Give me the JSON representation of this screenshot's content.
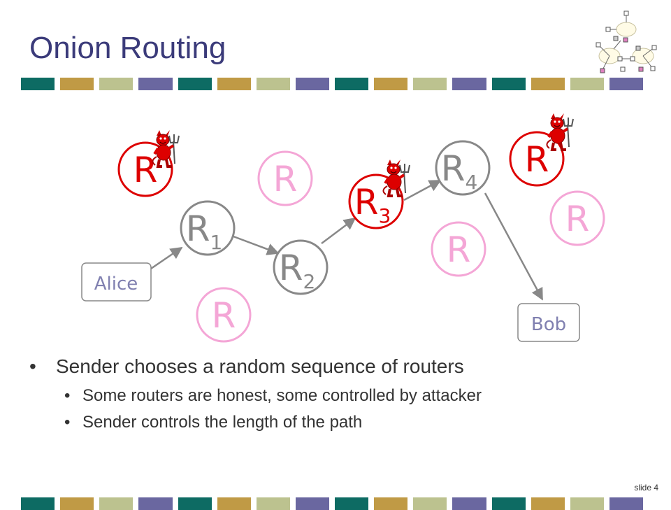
{
  "slide": {
    "title": "Onion Routing",
    "slide_number": "slide 4",
    "stripe_colors": [
      "#0d6b63",
      "#c09a45",
      "#bcc28f",
      "#6a67a0"
    ]
  },
  "diagram": {
    "colors": {
      "honest": "#888888",
      "attacker": "#dd0000",
      "unused": "#f4a6d6",
      "edge": "#888888"
    },
    "endpoints": {
      "alice": "Alice",
      "bob": "Bob"
    },
    "path_routers": [
      {
        "base": "R",
        "sub": "1",
        "role": "honest"
      },
      {
        "base": "R",
        "sub": "2",
        "role": "honest"
      },
      {
        "base": "R",
        "sub": "3",
        "role": "attacker"
      },
      {
        "base": "R",
        "sub": "4",
        "role": "honest"
      }
    ],
    "other_routers": [
      {
        "label": "R",
        "role": "attacker"
      },
      {
        "label": "R",
        "role": "attacker"
      },
      {
        "label": "R",
        "role": "unused"
      },
      {
        "label": "R",
        "role": "unused"
      },
      {
        "label": "R",
        "role": "unused"
      },
      {
        "label": "R",
        "role": "unused"
      }
    ],
    "icons": [
      "devil-icon",
      "devil-icon",
      "devil-icon"
    ]
  },
  "bullets": [
    {
      "level": 1,
      "text": "Sender chooses a random sequence of routers"
    },
    {
      "level": 2,
      "text": "Some routers are honest, some controlled by attacker"
    },
    {
      "level": 2,
      "text": "Sender controls the length of the path"
    }
  ]
}
